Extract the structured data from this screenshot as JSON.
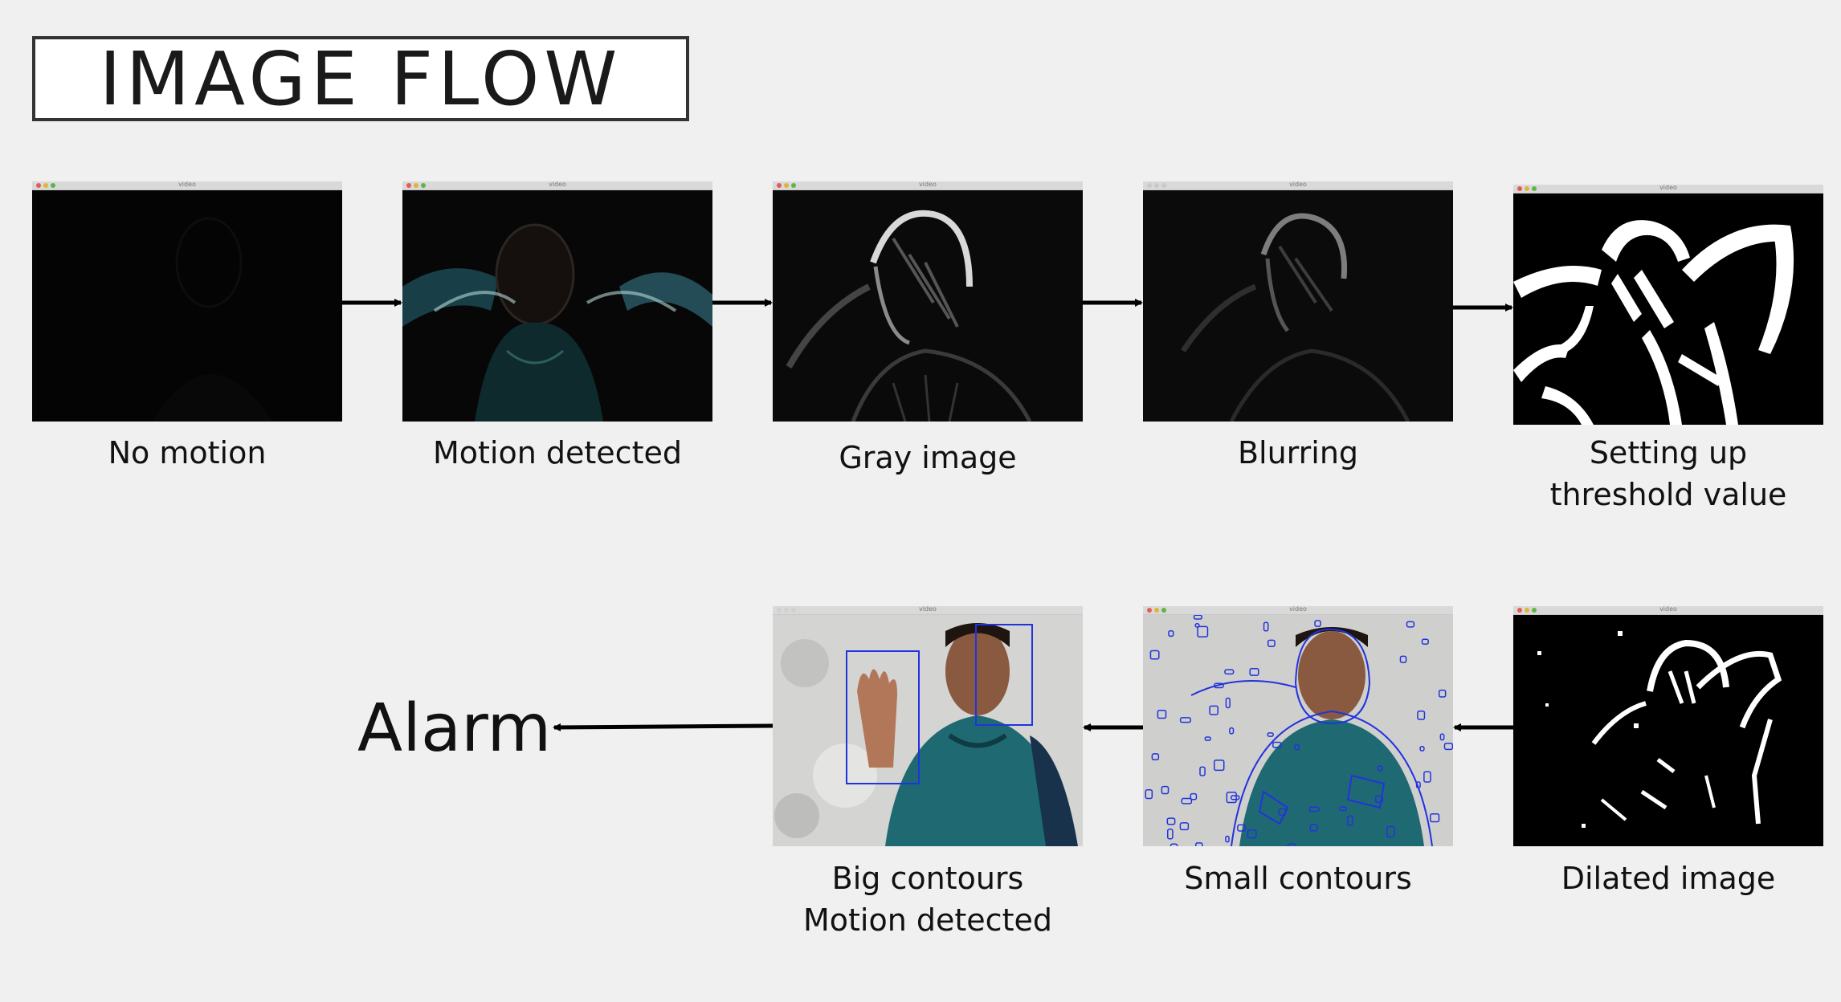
{
  "title": "IMAGE FLOW",
  "window_title": "video",
  "alarm_label": "Alarm",
  "steps": [
    {
      "caption": "No motion"
    },
    {
      "caption": "Motion detected"
    },
    {
      "caption": "Gray image"
    },
    {
      "caption": "Blurring"
    },
    {
      "caption": "Setting up threshold value"
    },
    {
      "caption": "Dilated image"
    },
    {
      "caption": "Small contours"
    },
    {
      "caption": "Big contours Motion detected"
    }
  ],
  "captions": {
    "no_motion": "No motion",
    "motion_detected": "Motion detected",
    "gray": "Gray image",
    "blurring": "Blurring",
    "threshold_1": "Setting up",
    "threshold_2": "threshold value",
    "dilated": "Dilated image",
    "small_contours": "Small contours",
    "big_contours_1": "Big contours",
    "big_contours_2": "Motion detected"
  },
  "colors": {
    "background": "#f0f0f0",
    "contour_blue": "#2233dd",
    "arrow": "#000000"
  }
}
